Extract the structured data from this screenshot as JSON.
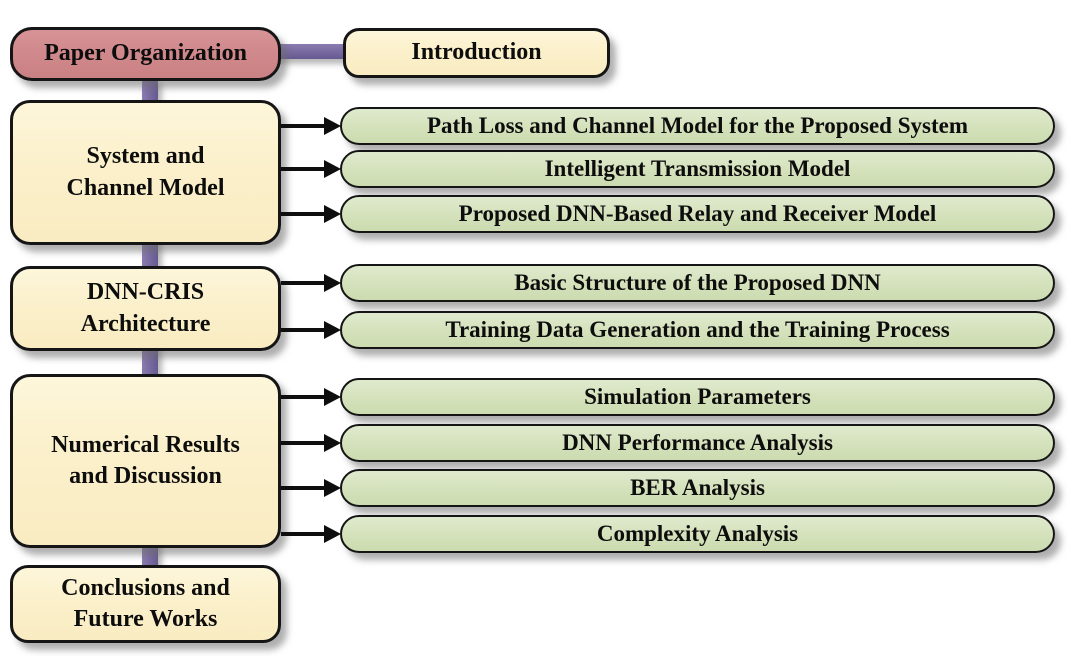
{
  "diagram": {
    "root_label": "Paper Organization",
    "intro_label": "Introduction",
    "sections": [
      {
        "label": "System and\nChannel Model",
        "children": [
          "Path Loss and Channel Model for the Proposed System",
          "Intelligent Transmission Model",
          "Proposed DNN-Based Relay and Receiver Model"
        ]
      },
      {
        "label": "DNN-CRIS\nArchitecture",
        "children": [
          "Basic Structure of the Proposed DNN",
          "Training Data Generation and the Training Process"
        ]
      },
      {
        "label": "Numerical Results\nand Discussion",
        "children": [
          "Simulation Parameters",
          "DNN Performance Analysis",
          "BER Analysis",
          "Complexity Analysis"
        ]
      },
      {
        "label": "Conclusions and\nFuture Works",
        "children": []
      }
    ],
    "colors": {
      "root_fill": "#d0898c",
      "section_fill": "#fbf0cb",
      "topic_fill": "#d5e2bc",
      "connector_purple": "#7a6ba2",
      "border_black": "#151515",
      "background": "#ffffff"
    }
  }
}
